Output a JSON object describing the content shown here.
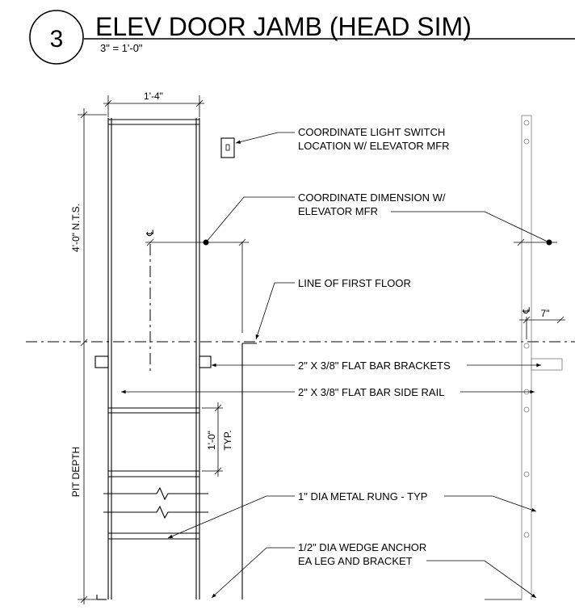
{
  "title": {
    "number": "3",
    "text": "ELEV DOOR JAMB (HEAD SIM)",
    "scale": "3\" = 1'-0\""
  },
  "dimensions": {
    "width": "1'-4\"",
    "height": "4'-0\" N.T.S.",
    "pit": "PIT DEPTH",
    "rung_spacing": "1'-0\"",
    "rung_spacing_typ": "TYP.",
    "side_offset": "7\"",
    "centerline_left": "℄",
    "centerline_right": "℄"
  },
  "notes": {
    "light_switch_1": "COORDINATE LIGHT SWITCH",
    "light_switch_2": "LOCATION W/ ELEVATOR MFR",
    "coord_dim_1": "COORDINATE DIMENSION W/",
    "coord_dim_2": "ELEVATOR MFR",
    "first_floor": "LINE OF FIRST FLOOR",
    "brackets": "2\" X 3/8\" FLAT BAR BRACKETS",
    "side_rail": "2\" X 3/8\" FLAT BAR SIDE RAIL",
    "rung": "1\" DIA METAL RUNG - TYP",
    "anchor_1": "1/2\" DIA WEDGE ANCHOR",
    "anchor_2": "EA LEG AND BRACKET"
  }
}
